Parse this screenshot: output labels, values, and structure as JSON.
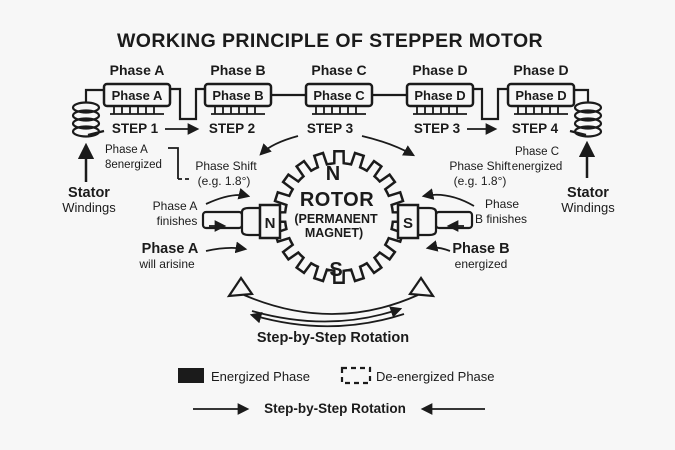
{
  "title": "WORKING PRINCIPLE OF STEPPER MOTOR",
  "colors": {
    "background": "#f7f7f7",
    "ink": "#1b1b1b"
  },
  "phases": {
    "top_labels": [
      "Phase A",
      "Phase B",
      "Phase C",
      "Phase D",
      "Phase D"
    ],
    "box_labels": [
      "Phase A",
      "Phase B",
      "Phase C",
      "Phase D",
      "Phase D"
    ]
  },
  "steps": [
    "STEP 1",
    "STEP 2",
    "STEP 3",
    "STEP 3",
    "STEP 4"
  ],
  "stator": {
    "line1": "Stator",
    "line2": "Windings"
  },
  "annotations": {
    "phase_a_energized": {
      "line1": "Phase A",
      "line2": "8energized"
    },
    "phase_shift_left": {
      "line1": "Phase Shift",
      "line2": "(e.g. 1.8°)"
    },
    "phase_shift_right": {
      "line1": "Phase Shift",
      "line2": "(e.g. 1.8°)"
    },
    "phase_c_energized": {
      "line1": "Phase C",
      "line2": "energized"
    },
    "phase_a_finishes": {
      "line1": "Phase A",
      "line2": "finishes"
    },
    "phase_b_finishes": {
      "line1": "Phase",
      "line2": "B finishes"
    },
    "phase_a_will": {
      "line1": "Phase A",
      "line2": "will arisine"
    },
    "phase_b_energized": {
      "line1": "Phase B",
      "line2": "energized"
    }
  },
  "rotor": {
    "north": "N",
    "south": "S",
    "label_line1": "ROTOR",
    "label_line2": "(PERMANENT",
    "label_line3": "MAGNET)",
    "left_pole": "N",
    "right_pole": "S"
  },
  "rotation_arc_label": "Step-by-Step Rotation",
  "legend": {
    "energized_label": "Energized Phase",
    "deenergized_label": "De-energized Phase",
    "rotation_label": "Step-by-Step Rotation"
  }
}
